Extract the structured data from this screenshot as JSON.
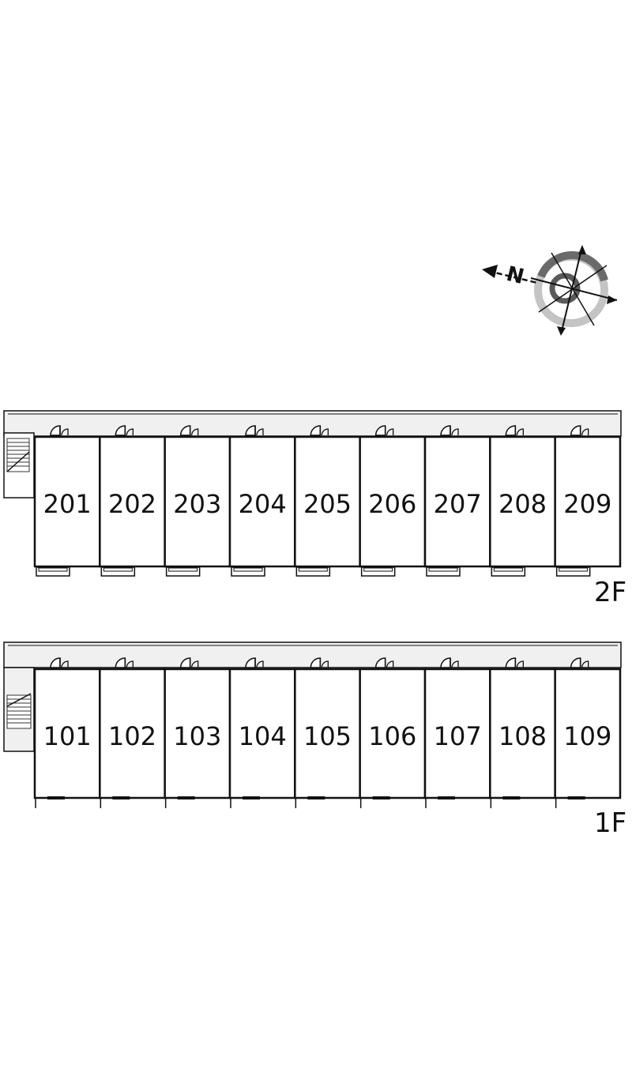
{
  "compass": {
    "north_label": "N",
    "icon": "compass-rose-icon"
  },
  "floors": [
    {
      "id": "2F",
      "label": "2F",
      "units": [
        "201",
        "202",
        "203",
        "204",
        "205",
        "206",
        "207",
        "208",
        "209"
      ]
    },
    {
      "id": "1F",
      "label": "1F",
      "units": [
        "101",
        "102",
        "103",
        "104",
        "105",
        "106",
        "107",
        "108",
        "109"
      ]
    }
  ],
  "colors": {
    "corridor": "#f0f0f0",
    "wall": "#111111",
    "compass_outer": "#8a8a8a",
    "compass_inner": "#555555",
    "stair_fill": "#9a9a9a"
  }
}
